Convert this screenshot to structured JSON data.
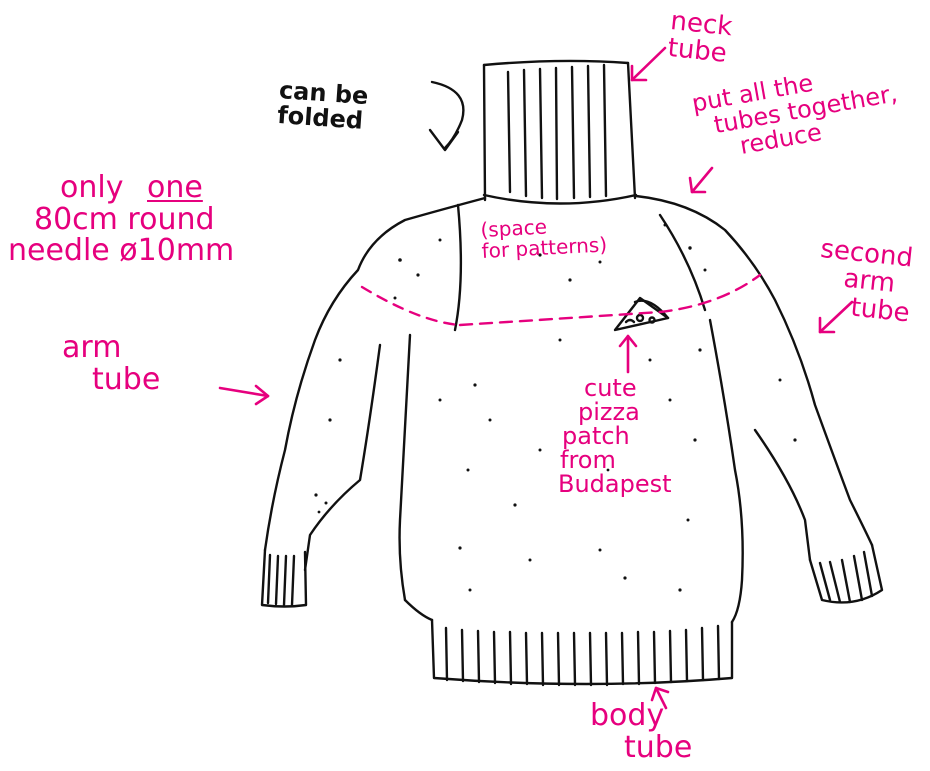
{
  "colors": {
    "ink": "#111111",
    "annotation": "#e6007e"
  },
  "annotations": {
    "neck_tube": [
      "neck",
      "tube"
    ],
    "can_be_folded": [
      "can be",
      "folded"
    ],
    "put_all_tubes": [
      "put all the",
      "tubes together,",
      "reduce"
    ],
    "only_one": {
      "line1_prefix": "only",
      "line1_emph": "one",
      "line2": "80cm round",
      "line3": "needle ø10mm"
    },
    "space_for_patterns": [
      "(space",
      "for patterns)"
    ],
    "second_arm_tube": [
      "second",
      "arm",
      "tube"
    ],
    "arm_tube": [
      "arm",
      "tube"
    ],
    "pizza_patch": [
      "cute",
      "pizza",
      "patch",
      "from",
      "Budapest"
    ],
    "body_tube": [
      "body",
      "tube"
    ]
  }
}
